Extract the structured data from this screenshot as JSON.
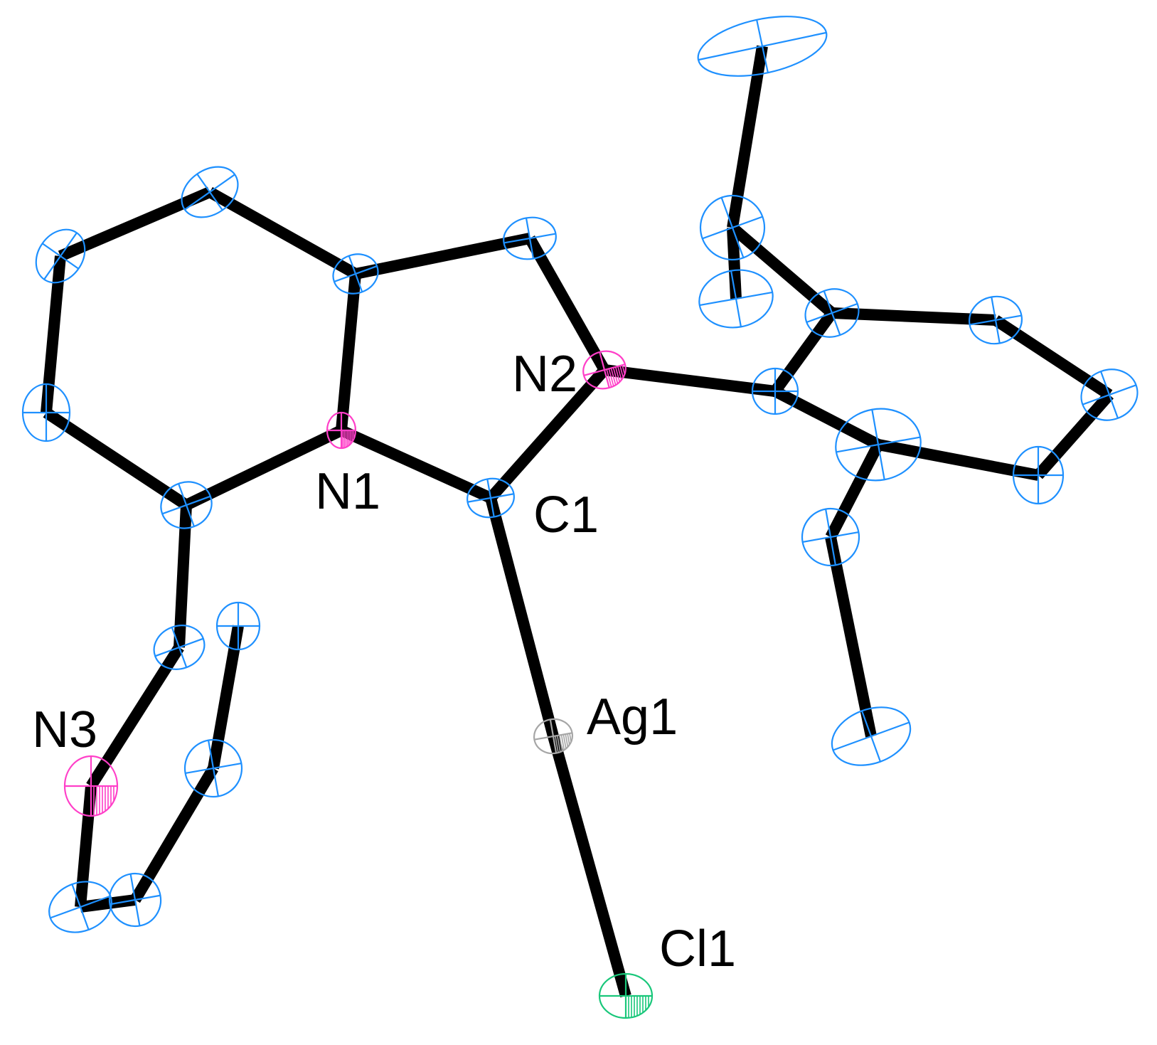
{
  "colors": {
    "carbon": "#1e90ff",
    "nitrogen": "#ff3fc8",
    "silver": "#a6a6a6",
    "chlorine": "#19c77a",
    "bond": "#000000",
    "background": "#ffffff"
  },
  "labels": {
    "n2": "N2",
    "n1": "N1",
    "c1": "C1",
    "n3": "N3",
    "ag1": "Ag1",
    "cl1": "Cl1"
  },
  "atoms": [
    {
      "id": "a1",
      "element": "C"
    },
    {
      "id": "a2",
      "element": "C"
    },
    {
      "id": "a3",
      "element": "C"
    },
    {
      "id": "a4",
      "element": "C"
    },
    {
      "id": "a5",
      "element": "C"
    },
    {
      "id": "a6",
      "element": "C"
    },
    {
      "id": "N1",
      "element": "N"
    },
    {
      "id": "C1",
      "element": "C"
    },
    {
      "id": "N2",
      "element": "N"
    },
    {
      "id": "a10",
      "element": "C"
    },
    {
      "id": "a11",
      "element": "C"
    },
    {
      "id": "N3",
      "element": "N"
    },
    {
      "id": "a13",
      "element": "C"
    },
    {
      "id": "a14",
      "element": "C"
    },
    {
      "id": "a15",
      "element": "C"
    },
    {
      "id": "Ag1",
      "element": "Ag"
    },
    {
      "id": "Cl1",
      "element": "Cl"
    },
    {
      "id": "a18",
      "element": "C"
    },
    {
      "id": "a19",
      "element": "C"
    },
    {
      "id": "a20",
      "element": "C"
    },
    {
      "id": "a21",
      "element": "C"
    },
    {
      "id": "a22",
      "element": "C"
    },
    {
      "id": "a23",
      "element": "C"
    },
    {
      "id": "a24",
      "element": "C"
    },
    {
      "id": "a25",
      "element": "C"
    },
    {
      "id": "a26",
      "element": "C"
    },
    {
      "id": "a27",
      "element": "C"
    },
    {
      "id": "a28",
      "element": "C"
    },
    {
      "id": "a29",
      "element": "C"
    }
  ],
  "bonds": [
    [
      "a1",
      "a2"
    ],
    [
      "a2",
      "a3"
    ],
    [
      "a3",
      "a4"
    ],
    [
      "a4",
      "a5"
    ],
    [
      "a5",
      "a6"
    ],
    [
      "a6",
      "a1"
    ],
    [
      "a6",
      "N1"
    ],
    [
      "N1",
      "C1"
    ],
    [
      "C1",
      "N2"
    ],
    [
      "N2",
      "a10"
    ],
    [
      "a10",
      "a1"
    ],
    [
      "a5",
      "a11"
    ],
    [
      "a11",
      "N3"
    ],
    [
      "N3",
      "a13"
    ],
    [
      "a13",
      "a14"
    ],
    [
      "a14",
      "a15"
    ],
    [
      "a15",
      "a11"
    ],
    [
      "C1",
      "Ag1"
    ],
    [
      "Ag1",
      "Cl1"
    ],
    [
      "N2",
      "a18"
    ],
    [
      "a18",
      "a19"
    ],
    [
      "a19",
      "a20"
    ],
    [
      "a20",
      "a21"
    ],
    [
      "a21",
      "a22"
    ],
    [
      "a22",
      "a23"
    ],
    [
      "a23",
      "a18"
    ],
    [
      "a19",
      "a24"
    ],
    [
      "a24",
      "a25"
    ],
    [
      "a24",
      "a26"
    ],
    [
      "a23",
      "a27"
    ],
    [
      "a27",
      "a28"
    ],
    [
      "a27",
      "a29"
    ]
  ]
}
